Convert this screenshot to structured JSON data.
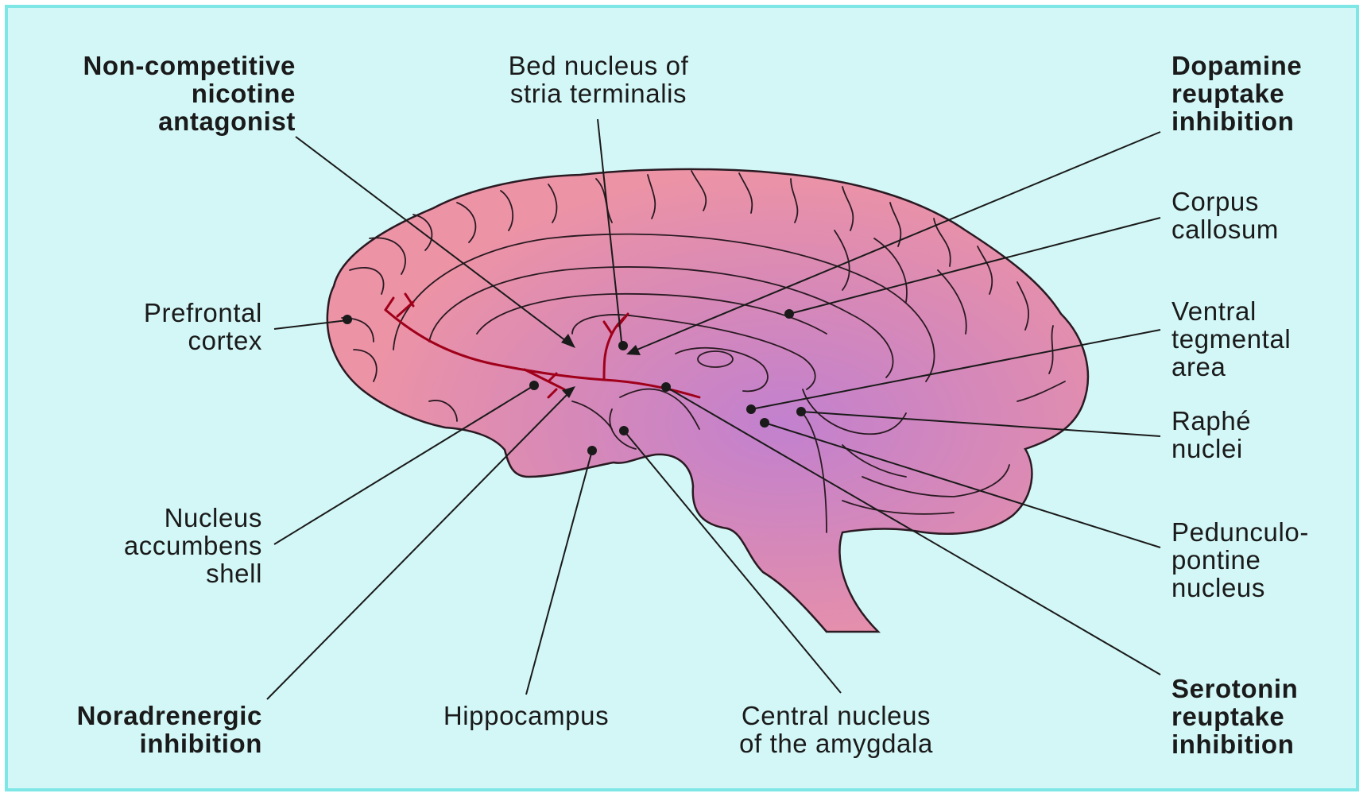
{
  "colors": {
    "background": "#d3f7f7",
    "border": "#7fe6e6",
    "brain_fill": "#ea8fa6",
    "brain_core": "#c07fc8",
    "gyri_lines": "#2a1a22",
    "pathway": "#a0001a",
    "leader_lines": "#1a1a1a"
  },
  "labels": {
    "non_competitive": "Non-competitive\nnicotine\nantagonist",
    "bed_nucleus": "Bed nucleus of\nstria terminalis",
    "dopamine": "Dopamine\nreuptake\ninhibition",
    "corpus_callosum": "Corpus\ncallosum",
    "prefrontal": "Prefrontal\ncortex",
    "ventral_tegmental": "Ventral\ntegmental\narea",
    "raphe": "Raphé\nnuclei",
    "nucleus_accumbens": "Nucleus\naccumbens\nshell",
    "pedunculopontine": "Pedunculo-\npontine\nnucleus",
    "noradrenergic": "Noradrenergic\ninhibition",
    "hippocampus": "Hippocampus",
    "central_nucleus": "Central nucleus\nof the amygdala",
    "serotonin": "Serotonin\nreuptake\ninhibition"
  }
}
